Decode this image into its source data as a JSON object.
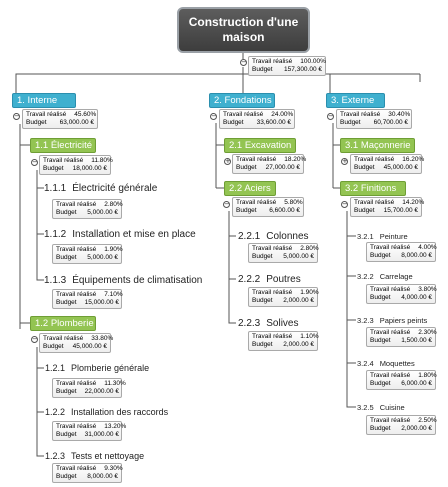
{
  "labels": {
    "work_done": "Travail réalisé",
    "budget": "Budget"
  },
  "icons": {
    "collapse": "−",
    "expand": "+"
  },
  "root": {
    "title": "Construction d'une maison",
    "progress": "100.00%",
    "budget": "157,300.00 €"
  },
  "phases": [
    {
      "title": "1. Interne",
      "progress": "45.60%",
      "budget": "63,000.00 €",
      "groups": [
        {
          "title": "1.1 Électricité",
          "progress": "11.80%",
          "budget": "18,000.00 €",
          "tasks": [
            {
              "num": "1.1.1",
              "name": "Électricité générale",
              "progress": "2.80%",
              "budget": "5,000.00 €"
            },
            {
              "num": "1.1.2",
              "name": "Installation et mise en place",
              "progress": "1.90%",
              "budget": "5,000.00 €"
            },
            {
              "num": "1.1.3",
              "name": "Équipements de climatisation",
              "progress": "7.10%",
              "budget": "15,000.00 €"
            }
          ]
        },
        {
          "title": "1.2 Plomberie",
          "progress": "33.80%",
          "budget": "45,000.00 €",
          "tasks": [
            {
              "num": "1.2.1",
              "name": "Plomberie générale",
              "progress": "11.30%",
              "budget": "22,000.00 €"
            },
            {
              "num": "1.2.2",
              "name": "Installation des raccords",
              "progress": "13.20%",
              "budget": "31,000.00 €"
            },
            {
              "num": "1.2.3",
              "name": "Tests et nettoyage",
              "progress": "9.30%",
              "budget": "8,000.00 €"
            }
          ]
        }
      ]
    },
    {
      "title": "2. Fondations",
      "progress": "24.00%",
      "budget": "33,600.00 €",
      "groups": [
        {
          "title": "2.1 Excavation",
          "progress": "18.20%",
          "budget": "27,000.00 €",
          "tasks": []
        },
        {
          "title": "2.2 Aciers",
          "progress": "5.80%",
          "budget": "6,600.00 €",
          "tasks": [
            {
              "num": "2.2.1",
              "name": "Colonnes",
              "progress": "2.80%",
              "budget": "5,000.00 €"
            },
            {
              "num": "2.2.2",
              "name": "Poutres",
              "progress": "1.90%",
              "budget": "2,000.00 €"
            },
            {
              "num": "2.2.3",
              "name": "Solives",
              "progress": "1.10%",
              "budget": "2,000.00 €"
            }
          ]
        }
      ]
    },
    {
      "title": "3. Externe",
      "progress": "30.40%",
      "budget": "60,700.00 €",
      "groups": [
        {
          "title": "3.1 Maçonnerie",
          "progress": "16.20%",
          "budget": "45,000.00 €",
          "tasks": []
        },
        {
          "title": "3.2 Finitions",
          "progress": "14.20%",
          "budget": "15,700.00 €",
          "tasks": [
            {
              "num": "3.2.1",
              "name": "Peinture",
              "progress": "4.00%",
              "budget": "8,000.00 €"
            },
            {
              "num": "3.2.2",
              "name": "Carrelage",
              "progress": "3.80%",
              "budget": "4,000.00 €"
            },
            {
              "num": "3.2.3",
              "name": "Papiers peints",
              "progress": "2.30%",
              "budget": "1,500.00 €"
            },
            {
              "num": "3.2.4",
              "name": "Moquettes",
              "progress": "1.80%",
              "budget": "6,000.00 €"
            },
            {
              "num": "3.2.5",
              "name": "Cuisine",
              "progress": "2.50%",
              "budget": "2,000.00 €"
            }
          ]
        }
      ]
    }
  ]
}
